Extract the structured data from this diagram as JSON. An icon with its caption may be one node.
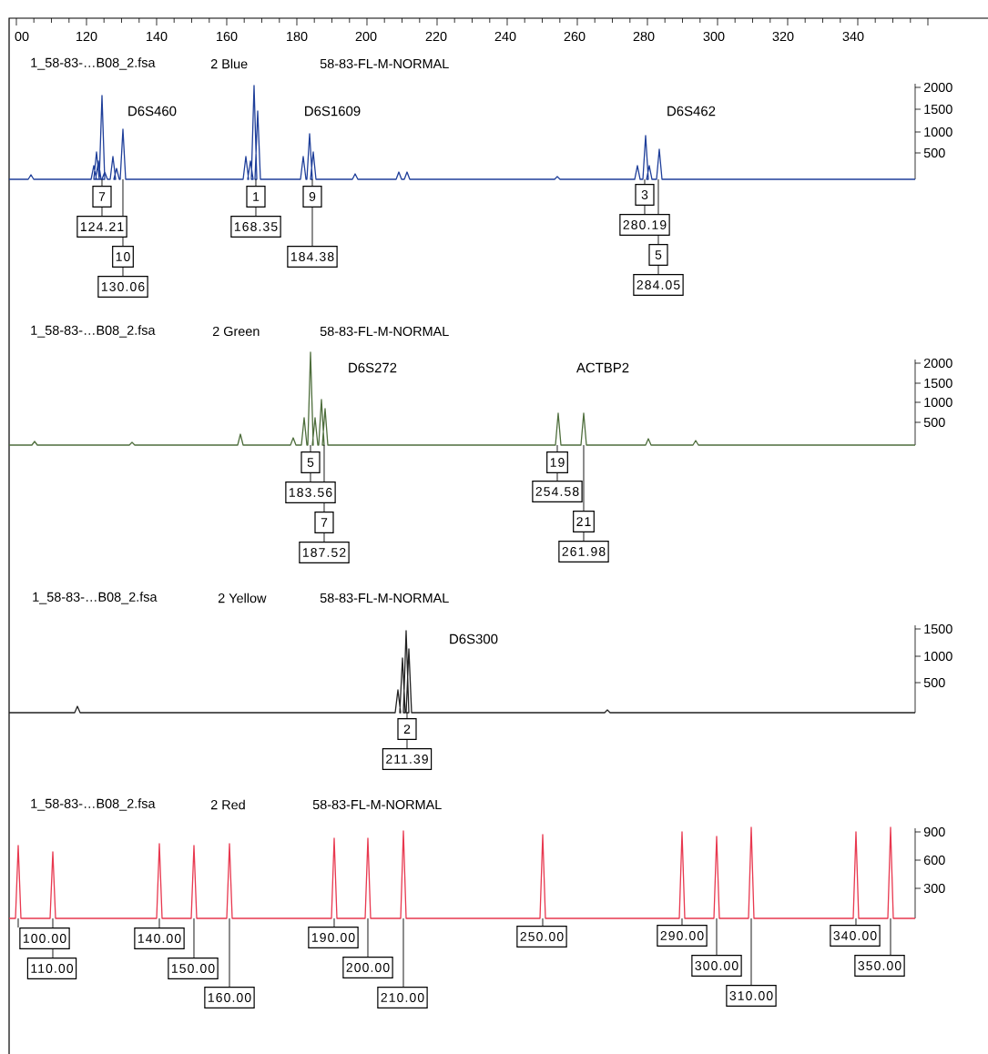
{
  "diagram": {
    "nodes": [
      {
        "text": [
          "7"
        ]
      },
      {
        "text": [
          "124.21"
        ]
      },
      {
        "text": [
          "10"
        ]
      },
      {
        "text": [
          "130.06"
        ]
      },
      {
        "text": [
          "1"
        ]
      },
      {
        "text": [
          "168.35"
        ]
      },
      {
        "text": [
          "9"
        ]
      },
      {
        "text": [
          "184.38"
        ]
      },
      {
        "text": [
          "3"
        ]
      },
      {
        "text": [
          "280.19"
        ]
      },
      {
        "text": [
          "5"
        ]
      },
      {
        "text": [
          "284.05"
        ]
      },
      {
        "text": [
          "5"
        ]
      },
      {
        "text": [
          "183.56"
        ]
      },
      {
        "text": [
          "7"
        ]
      },
      {
        "text": [
          "187.52"
        ]
      },
      {
        "text": [
          "19"
        ]
      },
      {
        "text": [
          "254.58"
        ]
      },
      {
        "text": [
          "21"
        ]
      },
      {
        "text": [
          "261.98"
        ]
      },
      {
        "text": [
          "2"
        ]
      },
      {
        "text": [
          "211.39"
        ]
      },
      {
        "text": [
          "100.00"
        ]
      },
      {
        "text": [
          "110.00"
        ]
      },
      {
        "text": [
          "140.00"
        ]
      },
      {
        "text": [
          "150.00"
        ]
      },
      {
        "text": [
          "160.00"
        ]
      },
      {
        "text": [
          "190.00"
        ]
      },
      {
        "text": [
          "200.00"
        ]
      },
      {
        "text": [
          "210.00"
        ]
      },
      {
        "text": [
          "250.00"
        ]
      },
      {
        "text": [
          "290.00"
        ]
      },
      {
        "text": [
          "300.00"
        ]
      },
      {
        "text": [
          "310.00"
        ]
      },
      {
        "text": [
          "340.00"
        ]
      },
      {
        "text": [
          "350.00"
        ]
      },
      {
        "text": [],
        "shape": "line"
      },
      {
        "text": [],
        "shape": "line"
      },
      {
        "text": [],
        "shape": "line"
      },
      {
        "text": [],
        "shape": "line"
      }
    ],
    "edges": [
      {
        "from": 36,
        "to": 0,
        "arrow": "none"
      },
      {
        "from": 0,
        "to": 1,
        "arrow": "none"
      },
      {
        "from": 36,
        "to": 2,
        "arrow": "none"
      },
      {
        "from": 2,
        "to": 3,
        "arrow": "none"
      },
      {
        "from": 36,
        "to": 4,
        "arrow": "none"
      },
      {
        "from": 4,
        "to": 5,
        "arrow": "none"
      },
      {
        "from": 36,
        "to": 6,
        "arrow": "none"
      },
      {
        "from": 6,
        "to": 7,
        "arrow": "none"
      },
      {
        "from": 36,
        "to": 8,
        "arrow": "none"
      },
      {
        "from": 8,
        "to": 9,
        "arrow": "none"
      },
      {
        "from": 36,
        "to": 10,
        "arrow": "none"
      },
      {
        "from": 10,
        "to": 11,
        "arrow": "none"
      },
      {
        "from": 37,
        "to": 12,
        "arrow": "none"
      },
      {
        "from": 12,
        "to": 13,
        "arrow": "none"
      },
      {
        "from": 37,
        "to": 14,
        "arrow": "none"
      },
      {
        "from": 14,
        "to": 15,
        "arrow": "none"
      },
      {
        "from": 37,
        "to": 16,
        "arrow": "none"
      },
      {
        "from": 16,
        "to": 17,
        "arrow": "none"
      },
      {
        "from": 37,
        "to": 18,
        "arrow": "none"
      },
      {
        "from": 18,
        "to": 19,
        "arrow": "none"
      },
      {
        "from": 38,
        "to": 20,
        "arrow": "none"
      },
      {
        "from": 20,
        "to": 21,
        "arrow": "none"
      },
      {
        "from": 39,
        "to": 22,
        "arrow": "none"
      },
      {
        "from": 39,
        "to": 23,
        "arrow": "none"
      },
      {
        "from": 39,
        "to": 24,
        "arrow": "none"
      },
      {
        "from": 39,
        "to": 25,
        "arrow": "none"
      },
      {
        "from": 39,
        "to": 26,
        "arrow": "none"
      },
      {
        "from": 39,
        "to": 27,
        "arrow": "none"
      },
      {
        "from": 39,
        "to": 28,
        "arrow": "none"
      },
      {
        "from": 39,
        "to": 29,
        "arrow": "none"
      },
      {
        "from": 39,
        "to": 30,
        "arrow": "none"
      },
      {
        "from": 39,
        "to": 31,
        "arrow": "none"
      },
      {
        "from": 39,
        "to": 32,
        "arrow": "none"
      },
      {
        "from": 39,
        "to": 33,
        "arrow": "none"
      },
      {
        "from": 39,
        "to": 34,
        "arrow": "none"
      },
      {
        "from": 39,
        "to": 35,
        "arrow": "none"
      }
    ],
    "labels": [
      "00",
      "120",
      "140",
      "160",
      "180",
      "200",
      "220",
      "240",
      "260",
      "280",
      "300",
      "320",
      "340",
      "1_58-83-…B08_2.fsa",
      "2 Blue",
      "58-83-FL-M-NORMAL",
      "D6S460",
      "D6S1609",
      "D6S462",
      "2000",
      "1500",
      "1000",
      "500",
      "1_58-83-…B08_2.fsa",
      "2 Green",
      "58-83-FL-M-NORMAL",
      "D6S272",
      "ACTBP2",
      "2000",
      "1500",
      "1000",
      "500",
      "1_58-83-…B08_2.fsa",
      "2 Yellow",
      "58-83-FL-M-NORMAL",
      "D6S300",
      "1500",
      "1000",
      "500",
      "1_58-83-…B08_2.fsa",
      "2 Red",
      "58-83-FL-M-NORMAL",
      "900",
      "600",
      "300"
    ]
  }
}
